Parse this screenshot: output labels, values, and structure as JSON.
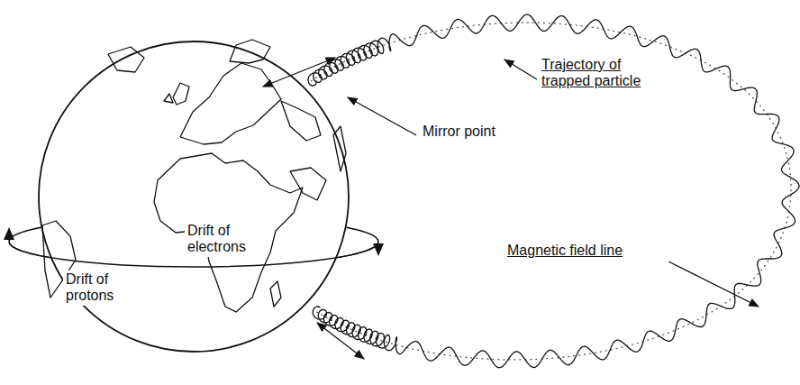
{
  "diagram": {
    "labels": [
      "Trajectory of trapped particle",
      "Mirror point",
      "Magnetic field line",
      "Drift of electrons",
      "Drift of protons"
    ]
  }
}
